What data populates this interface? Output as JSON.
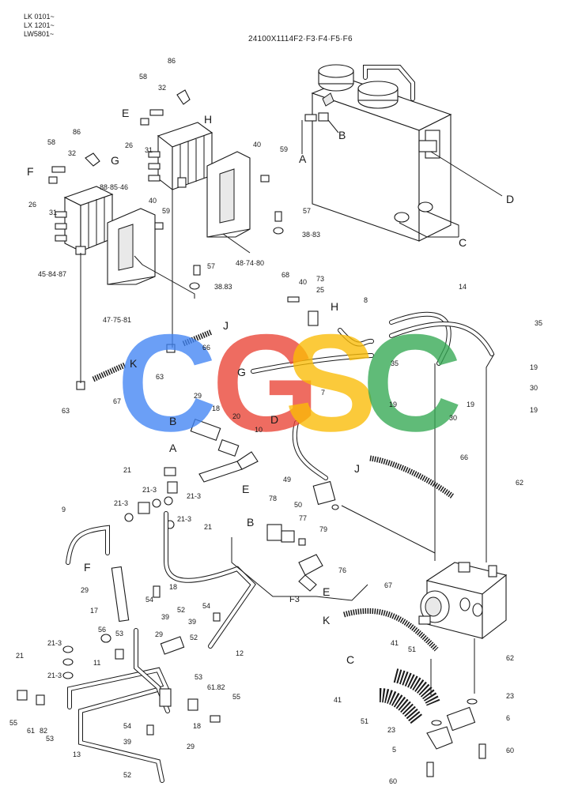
{
  "header": {
    "serial_1": "LK 0101~",
    "serial_2": "LX 1201~",
    "serial_3": "LW5801~",
    "part_code": "24100X1114F2·F3·F4·F5·F6"
  },
  "watermark": {
    "letters": [
      "C",
      "G",
      "S",
      "C"
    ],
    "colors": [
      "#4285f4",
      "#ea4335",
      "#fbbc05",
      "#34a853"
    ]
  },
  "callouts": {
    "c5": "5",
    "c6": "6",
    "c7": "7",
    "c8": "8",
    "c9": "9",
    "c10": "10",
    "c11": "11",
    "c12": "12",
    "c13": "13",
    "c14": "14",
    "c17": "17",
    "c18a": "18",
    "c18b": "18",
    "c18c": "18",
    "c19a": "19",
    "c19b": "19",
    "c19c": "19",
    "c19d": "19",
    "c20": "20",
    "c21a": "21",
    "c21b": "21",
    "c21c": "21",
    "c213a": "21-3",
    "c213b": "21-3",
    "c213c": "21-3",
    "c213d": "21-3",
    "c213e": "21-3",
    "c213f": "21-3",
    "c23a": "23",
    "c23b": "23",
    "c25": "25",
    "c26a": "26",
    "c26b": "26",
    "c29a": "29",
    "c29b": "29",
    "c29c": "29",
    "c29d": "29",
    "c30a": "30",
    "c30b": "30",
    "c31a": "31",
    "c31b": "31",
    "c32a": "32",
    "c32b": "32",
    "c35a": "35",
    "c35b": "35",
    "c3883a": "38·83",
    "c3883b": "38.83",
    "c39a": "39",
    "c39b": "39",
    "c39c": "39",
    "c40a": "40",
    "c40b": "40",
    "c40c": "40",
    "c41a": "41",
    "c41b": "41",
    "c4584": "45·84·87",
    "c4775": "47·75·81",
    "c4874": "48·74·80",
    "c49": "49",
    "c50": "50",
    "c51a": "51",
    "c51b": "51",
    "c52a": "52",
    "c52b": "52",
    "c52c": "52",
    "c53a": "53",
    "c53b": "53",
    "c53c": "53",
    "c54a": "54",
    "c54b": "54",
    "c54c": "54",
    "c55a": "55",
    "c55b": "55",
    "c56": "56",
    "c57a": "57",
    "c57b": "57",
    "c58a": "58",
    "c58b": "58",
    "c59a": "59",
    "c59b": "59",
    "c60a": "60",
    "c60b": "60",
    "c61": "61",
    "c6182": "61.82",
    "c62a": "62",
    "c62b": "62",
    "c63a": "63",
    "c63b": "63",
    "c66a": "66",
    "c66b": "66",
    "c67a": "67",
    "c67b": "67",
    "c68": "68",
    "c73": "73",
    "c76": "76",
    "c77": "77",
    "c78": "78",
    "c79": "79",
    "c82": "82",
    "c858546": "88·85·46",
    "c86a": "86",
    "c86b": "86"
  },
  "letters": {
    "A1": "A",
    "A2": "A",
    "B1": "B",
    "B2": "B",
    "B3": "B",
    "C1": "C",
    "C2": "C",
    "D1": "D",
    "D2": "D",
    "E1": "E",
    "E2": "E",
    "E3": "E",
    "F1": "F",
    "F2": "F",
    "G1": "G",
    "G2": "G",
    "H1": "H",
    "H2": "H",
    "J1": "J",
    "J2": "J",
    "K1": "K",
    "K2": "K",
    "F3": "F3"
  }
}
